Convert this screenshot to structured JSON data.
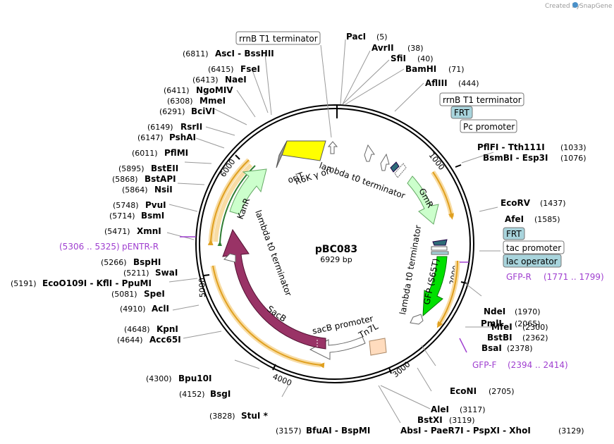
{
  "header": {
    "credit_text": "Created by",
    "credit_brand": "SnapGene",
    "brand_color": "#4a90c8"
  },
  "plasmid": {
    "name": "pBC083",
    "length_text": "6929 bp"
  },
  "scale_ticks": [
    "1000",
    "2000",
    "3000",
    "4000",
    "5000",
    "6000"
  ],
  "enzymes": [
    {
      "name": "PacI",
      "pos": "(5)"
    },
    {
      "name": "AvrII",
      "pos": "(38)"
    },
    {
      "name": "SfiI",
      "pos": "(40)"
    },
    {
      "name": "BamHI",
      "pos": "(71)"
    },
    {
      "name": "AflIII",
      "pos": "(444)"
    },
    {
      "name": "PflFI - Tth111I",
      "pos": "(1033)"
    },
    {
      "name": "BsmBI - Esp3I",
      "pos": "(1076)"
    },
    {
      "name": "EcoRV",
      "pos": "(1437)"
    },
    {
      "name": "AfeI",
      "pos": "(1585)"
    },
    {
      "name": "NdeI",
      "pos": "(1970)"
    },
    {
      "name": "PmlI",
      "pos": "(2065)"
    },
    {
      "name": "MfeI",
      "pos": "(2300)"
    },
    {
      "name": "BstBI",
      "pos": "(2362)"
    },
    {
      "name": "BsaI",
      "pos": "(2378)"
    },
    {
      "name": "EcoNI",
      "pos": "(2705)"
    },
    {
      "name": "AleI",
      "pos": "(3117)"
    },
    {
      "name": "BstXI",
      "pos": "(3119)"
    },
    {
      "name": "AbsI - PaeR7I - PspXI - XhoI",
      "pos": "(3129)"
    },
    {
      "name": "BfuAI - BspMI",
      "pos": "(3157)"
    },
    {
      "name": "StuI *",
      "pos": "(3828)"
    },
    {
      "name": "BsgI",
      "pos": "(4152)"
    },
    {
      "name": "Bpu10I",
      "pos": "(4300)"
    },
    {
      "name": "Acc65I",
      "pos": "(4644)"
    },
    {
      "name": "KpnI",
      "pos": "(4648)"
    },
    {
      "name": "AclI",
      "pos": "(4910)"
    },
    {
      "name": "SpeI",
      "pos": "(5081)"
    },
    {
      "name": "EcoO109I - KflI - PpuMI",
      "pos": "(5191)"
    },
    {
      "name": "SwaI",
      "pos": "(5211)"
    },
    {
      "name": "BspHI",
      "pos": "(5266)"
    },
    {
      "name": "XmnI",
      "pos": "(5471)"
    },
    {
      "name": "BsmI",
      "pos": "(5714)"
    },
    {
      "name": "PvuI",
      "pos": "(5748)"
    },
    {
      "name": "NsiI",
      "pos": "(5864)"
    },
    {
      "name": "BstAPI",
      "pos": "(5868)"
    },
    {
      "name": "BstEII",
      "pos": "(5895)"
    },
    {
      "name": "PflMI",
      "pos": "(6011)"
    },
    {
      "name": "PshAI",
      "pos": "(6147)"
    },
    {
      "name": "RsrII",
      "pos": "(6149)"
    },
    {
      "name": "BciVI",
      "pos": "(6291)"
    },
    {
      "name": "MmeI",
      "pos": "(6308)"
    },
    {
      "name": "NgoMIV",
      "pos": "(6411)"
    },
    {
      "name": "NaeI",
      "pos": "(6413)"
    },
    {
      "name": "FseI",
      "pos": "(6415)"
    },
    {
      "name": "AscI - BssHII",
      "pos": "(6811)"
    }
  ],
  "primers": [
    {
      "name": "GFP-R",
      "range": "(1771 .. 1799)"
    },
    {
      "name": "GFP-F",
      "range": "(2394 .. 2414)"
    },
    {
      "name": "pENTR-R",
      "range": "(5306 .. 5325)"
    }
  ],
  "boxed_labels": [
    {
      "text": "rrnB T1 terminator",
      "fill": "#ffffff"
    },
    {
      "text": "rrnB T1 terminator",
      "fill": "#ffffff"
    },
    {
      "text": "FRT",
      "fill": "#a8d4dc"
    },
    {
      "text": "Pc promoter",
      "fill": "#ffffff"
    },
    {
      "text": "FRT",
      "fill": "#a8d4dc"
    },
    {
      "text": "tac promoter",
      "fill": "#ffffff"
    },
    {
      "text": "lac operator",
      "fill": "#a8d4dc"
    }
  ],
  "feature_labels": {
    "oriT": "oriT",
    "r6k": "R6K γ ori",
    "lambda_top": "lambda t0 terminator",
    "gmr": "GmR",
    "lambda_right": "lambda t0 terminator",
    "gfp": "GFP (S65T)",
    "kanr": "KanR",
    "lambda_left": "lambda t0 terminator",
    "sacb": "SacB",
    "sacb_promoter": "sacB promoter",
    "tn7l": "Tn7L"
  },
  "feature_colors": {
    "orit": "#ffff00",
    "r6k": "#999999",
    "gmr": "#ccffcc",
    "gfp": "#00e000",
    "kanr": "#ccffcc",
    "sacb": "#993366",
    "tn7l": "#ffdcbe",
    "arc_glow": "#f8dca4",
    "arc": "#e0a020"
  }
}
